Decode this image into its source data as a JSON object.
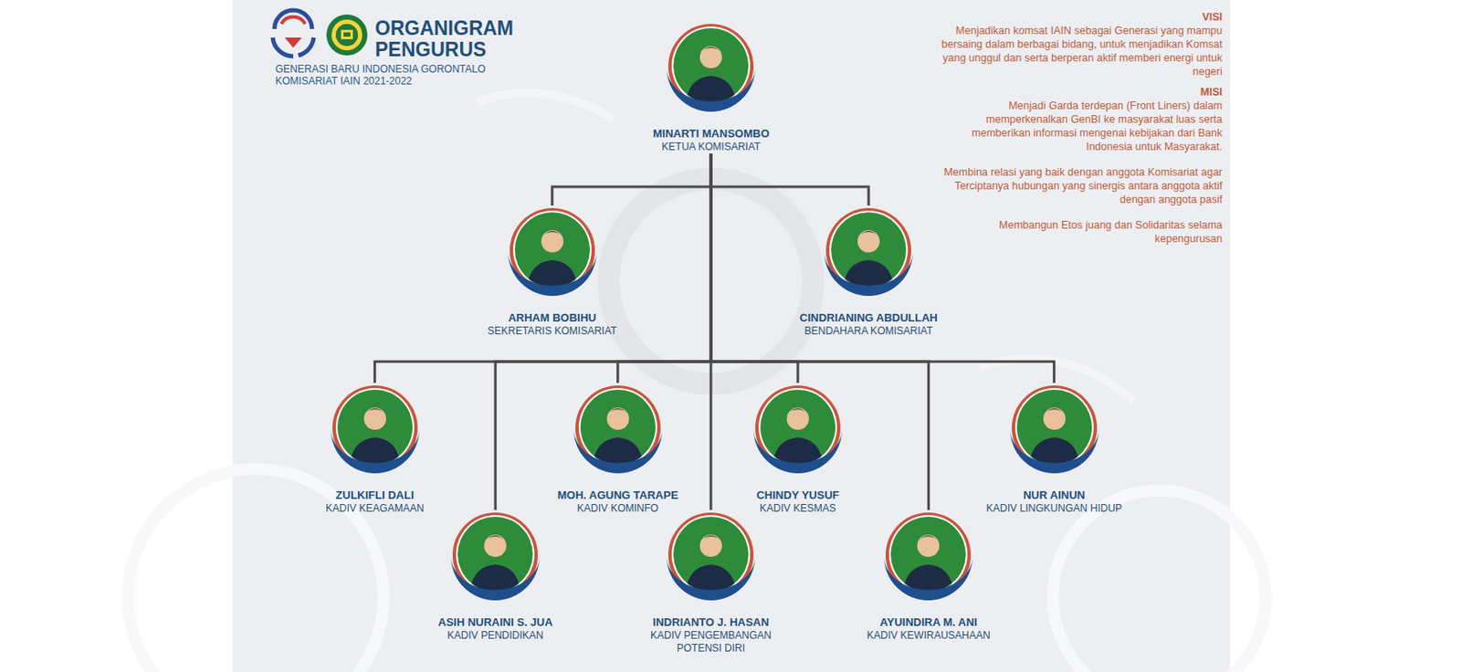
{
  "diagram": {
    "title": "ORGANIGRAM PENGURUS",
    "nodes": [
      {
        "text": [
          "MINARTI MANSOMBO",
          "KETUA KOMISARIAT"
        ]
      },
      {
        "text": [
          "ARHAM BOBIHU",
          "SEKRETARIS KOMISARIAT"
        ]
      },
      {
        "text": [
          "CINDRIANING ABDULLAH",
          "BENDAHARA KOMISARIAT"
        ]
      },
      {
        "text": [
          "ZULKIFLI DALI",
          "KADIV KEAGAMAAN"
        ]
      },
      {
        "text": [
          "MOH. AGUNG TARAPE",
          "KADIV KOMINFO"
        ]
      },
      {
        "text": [
          "CHINDY YUSUF",
          "KADIV KESMAS"
        ]
      },
      {
        "text": [
          "NUR AINUN",
          "KADIV LINGKUNGAN HIDUP"
        ]
      },
      {
        "text": [
          "ASIH NURAINI S. JUA",
          "KADIV PENDIDIKAN"
        ]
      },
      {
        "text": [
          "INDRIANTO J. HASAN",
          "KADIV PENGEMBANGAN POTENSI DIRI"
        ]
      },
      {
        "text": [
          "AYUINDIRA M. ANI",
          "KADIV KEWIRAUSAHAAN"
        ]
      }
    ],
    "edges": [
      {
        "from": 0,
        "to": 1,
        "arrow": "none"
      },
      {
        "from": 0,
        "to": 2,
        "arrow": "none"
      },
      {
        "from": 0,
        "to": 3,
        "arrow": "none"
      },
      {
        "from": 0,
        "to": 4,
        "arrow": "none"
      },
      {
        "from": 0,
        "to": 5,
        "arrow": "none"
      },
      {
        "from": 0,
        "to": 6,
        "arrow": "none"
      },
      {
        "from": 0,
        "to": 7,
        "arrow": "none"
      },
      {
        "from": 0,
        "to": 8,
        "arrow": "none"
      },
      {
        "from": 0,
        "to": 9,
        "arrow": "none"
      }
    ],
    "labels": [
      "GENERASI BARU INDONESIA GORONTALO KOMISARIAT IAIN 2021-2022",
      "VISI",
      "Menjadikan komsat IAIN sebagai Generasi yang mampu bersaing dalam berbagai bidang, untuk menjadikan Komsat yang unggul dan serta berperan aktif memberi energi untuk negeri",
      "MISI",
      "Menjadi Garda terdepan (Front Liners) dalam memperkenalkan GenBI ke masyarakat luas serta memberikan informasi mengenai kebijakan dari Bank Indonesia untuk Masyarakat.",
      "Membina relasi yang baik dengan anggota Komisariat agar Terciptanya hubungan yang sinergis antara anggota aktif dengan anggota pasif",
      "Membangun Etos juang dan Solidaritas selama kepengurusan"
    ]
  }
}
